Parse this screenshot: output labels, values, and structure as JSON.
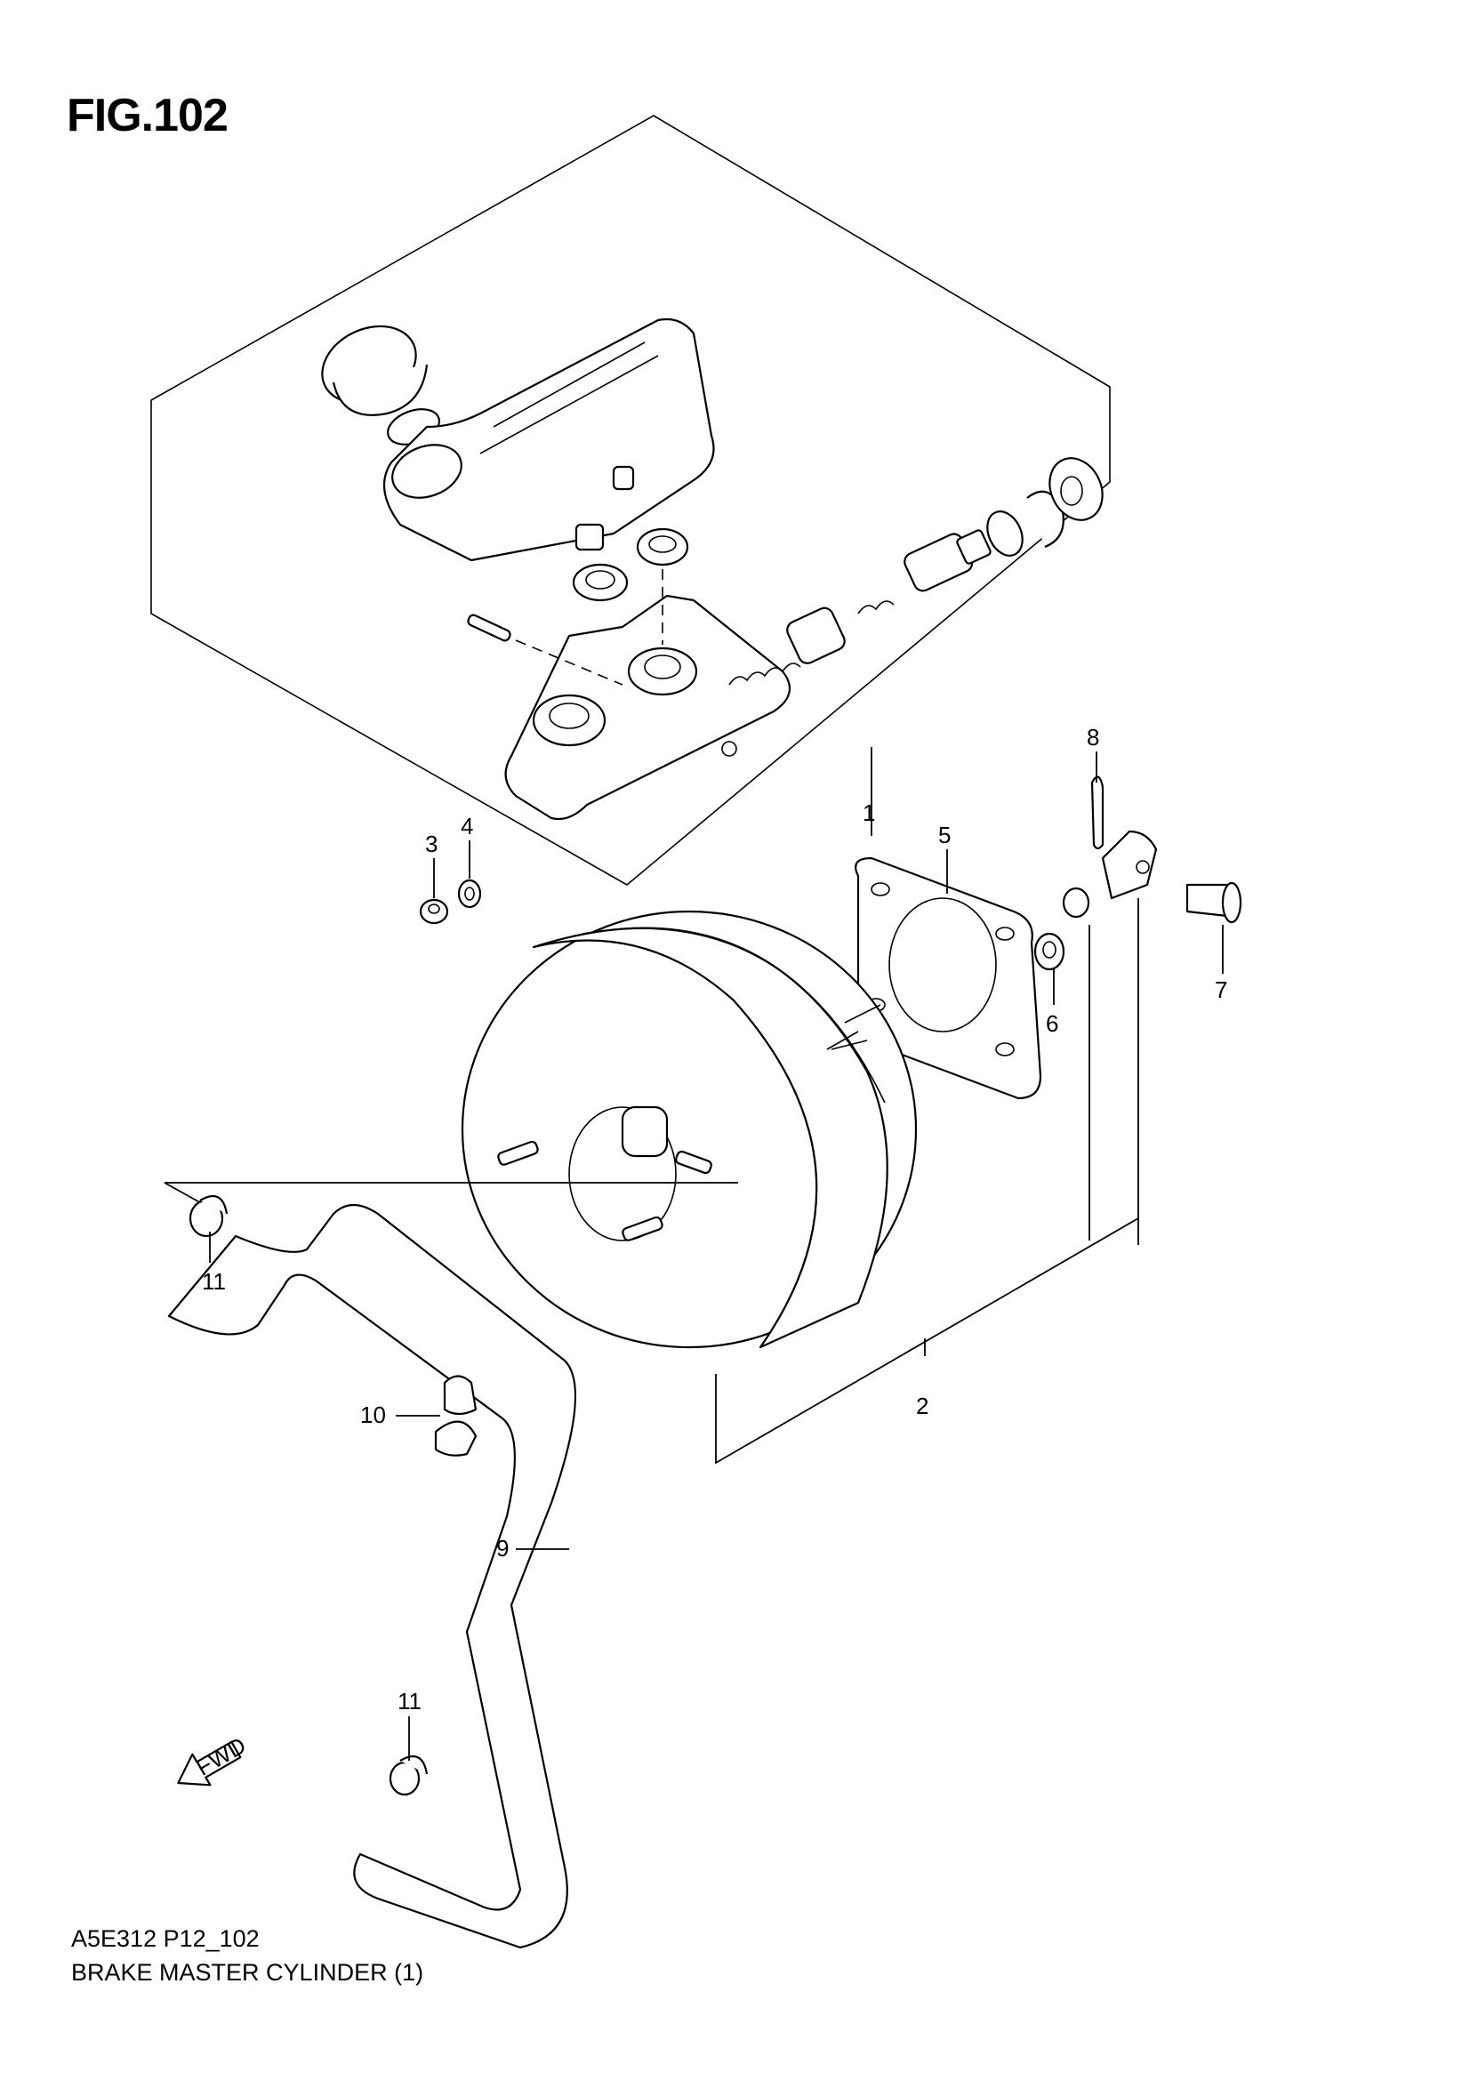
{
  "figure": {
    "title": "FIG.102"
  },
  "footer": {
    "code": "A5E312 P12_102",
    "name": "BRAKE MASTER CYLINDER (1)"
  },
  "callouts": [
    {
      "id": "callout-1",
      "label": "1"
    },
    {
      "id": "callout-2",
      "label": "2"
    },
    {
      "id": "callout-3",
      "label": "3"
    },
    {
      "id": "callout-4",
      "label": "4"
    },
    {
      "id": "callout-5",
      "label": "5"
    },
    {
      "id": "callout-6",
      "label": "6"
    },
    {
      "id": "callout-7",
      "label": "7"
    },
    {
      "id": "callout-8",
      "label": "8"
    },
    {
      "id": "callout-9",
      "label": "9"
    },
    {
      "id": "callout-10",
      "label": "10"
    },
    {
      "id": "callout-11a",
      "label": "11"
    },
    {
      "id": "callout-11b",
      "label": "11"
    }
  ],
  "direction_arrow": {
    "label": "FWD",
    "icon": "fwd-arrow-icon"
  }
}
